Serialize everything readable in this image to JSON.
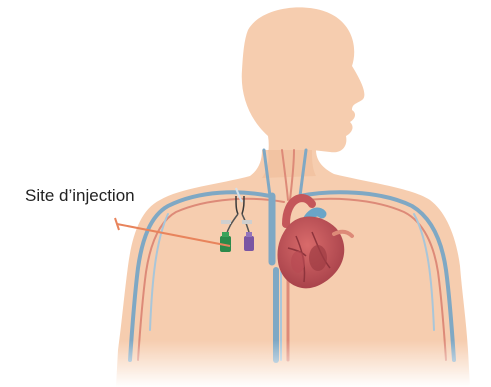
{
  "figure": {
    "callout_label": "Site d’injection",
    "colors": {
      "skin": "#f6cdaf",
      "skin_shadow": "#efbb98",
      "vein": "#7fa8c4",
      "vein_light": "#a9c6d9",
      "artery": "#dd8a78",
      "heart": "#c4565a",
      "heart_dark": "#9e3c43",
      "callout_line": "#e8845c",
      "catheter_green": "#2c8a4b",
      "catheter_purple": "#7a55a3",
      "label_text": "#222222"
    },
    "icons": [
      "human-torso",
      "heart",
      "implanted-catheter-port"
    ]
  }
}
